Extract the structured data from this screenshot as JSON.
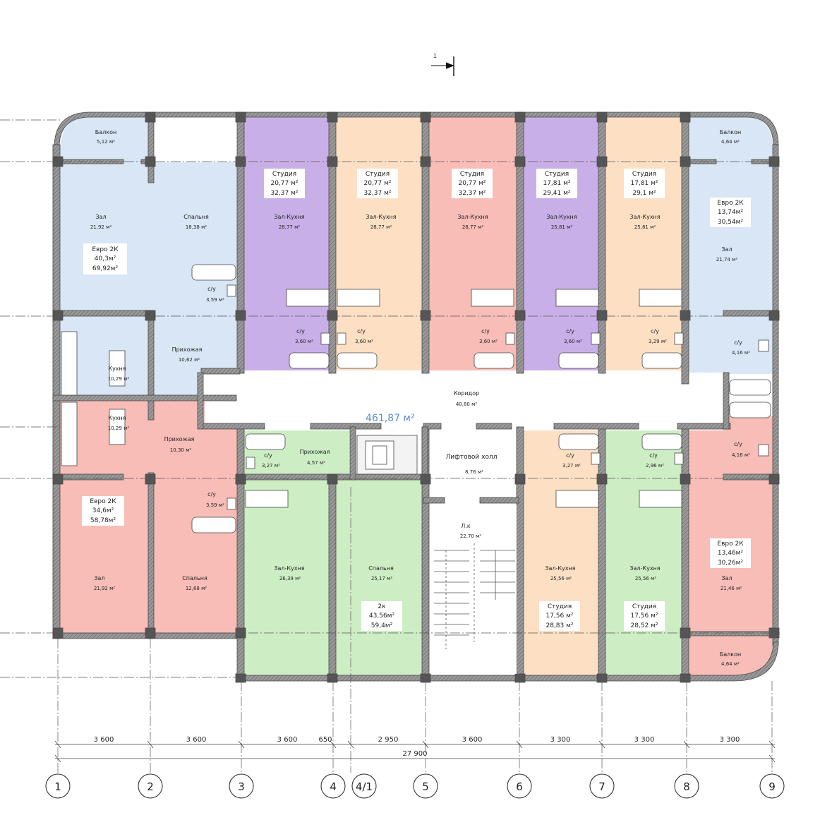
{
  "section_marker": "1",
  "total_area": "461,87 м²",
  "colors": {
    "blue": "#d8e6f5",
    "purple": "#c9afe8",
    "peach": "#fde0c4",
    "pink": "#f8bdb6",
    "green": "#cdeec4",
    "wall": "#8a8a8a",
    "axis": "#555555"
  },
  "axes": [
    "1",
    "2",
    "3",
    "4",
    "4/1",
    "5",
    "6",
    "7",
    "8",
    "9"
  ],
  "dimensions": [
    "3 600",
    "3 600",
    "3 600",
    "650",
    "2 950",
    "3 600",
    "3 300",
    "3 300",
    "3 300"
  ],
  "overall_dimension": "27 900",
  "apartment_tags": [
    {
      "type": "Евро 2К",
      "a1": "40,3м²",
      "a2": "69,92м²"
    },
    {
      "type": "Студия",
      "a1": "20,77 м²",
      "a2": "32,37 м²"
    },
    {
      "type": "Студия",
      "a1": "20,77 м²",
      "a2": "32,37 м²"
    },
    {
      "type": "Студия",
      "a1": "20,77 м²",
      "a2": "32,37 м²"
    },
    {
      "type": "Студия",
      "a1": "17,81 м²",
      "a2": "29,41 м²"
    },
    {
      "type": "Студия",
      "a1": "17,81 м²",
      "a2": "29,1 м²"
    },
    {
      "type": "Евро 2К",
      "a1": "13,74м²",
      "a2": "30,54м²"
    },
    {
      "type": "Евро 2К",
      "a1": "34,6м²",
      "a2": "58,78м²"
    },
    {
      "type": "2к",
      "a1": "43,56м²",
      "a2": "59,4м²"
    },
    {
      "type": "Студия",
      "a1": "17,56 м²",
      "a2": "28,83 м²"
    },
    {
      "type": "Студия",
      "a1": "17,56 м²",
      "a2": "28,52 м²"
    },
    {
      "type": "Евро 2К",
      "a1": "13,46м²",
      "a2": "30,26м²"
    }
  ],
  "rooms": [
    {
      "name": "Балкон",
      "area": "5,12 м²"
    },
    {
      "name": "Балкон",
      "area": "4,64 м²"
    },
    {
      "name": "Зал",
      "area": "21,92 м²"
    },
    {
      "name": "Спальня",
      "area": "18,38 м²"
    },
    {
      "name": "Зал-Кухня",
      "area": "28,77 м²"
    },
    {
      "name": "Зал-Кухня",
      "area": "28,77 м²"
    },
    {
      "name": "Зал-Кухня",
      "area": "28,77 м²"
    },
    {
      "name": "Зал-Кухня",
      "area": "25,81 м²"
    },
    {
      "name": "Зал-Кухня",
      "area": "25,81 м²"
    },
    {
      "name": "Зал",
      "area": "21,74 м²"
    },
    {
      "name": "с/у",
      "area": "3,59 м²"
    },
    {
      "name": "с/у",
      "area": "3,60 м²"
    },
    {
      "name": "с/у",
      "area": "3,60 м²"
    },
    {
      "name": "с/у",
      "area": "3,60 м²"
    },
    {
      "name": "с/у",
      "area": "3,60 м²"
    },
    {
      "name": "с/у",
      "area": "3,29 м²"
    },
    {
      "name": "с/у",
      "area": "4,16 м²"
    },
    {
      "name": "Прихожая",
      "area": "10,62 м²"
    },
    {
      "name": "Кухня",
      "area": "10,29 м²"
    },
    {
      "name": "Коридор",
      "area": "40,60 м²"
    },
    {
      "name": "Кухня",
      "area": "10,29 м²"
    },
    {
      "name": "Прихожая",
      "area": "10,30 м²"
    },
    {
      "name": "с/у",
      "area": "3,27 м²"
    },
    {
      "name": "Прихожая",
      "area": "4,57 м²"
    },
    {
      "name": "Лифтовой холл",
      "area": "8,76 м²"
    },
    {
      "name": "с/у",
      "area": "3,27 м²"
    },
    {
      "name": "с/у",
      "area": "2,96 м²"
    },
    {
      "name": "с/у",
      "area": "4,16 м²"
    },
    {
      "name": "с/у",
      "area": "3,59 м²"
    },
    {
      "name": "Л.к",
      "area": "22,70 м²"
    },
    {
      "name": "Зал",
      "area": "21,92 м²"
    },
    {
      "name": "Спальня",
      "area": "12,68 м²"
    },
    {
      "name": "Зал-Кухня",
      "area": "26,39 м²"
    },
    {
      "name": "Спальня",
      "area": "25,17 м²"
    },
    {
      "name": "Зал-Кухня",
      "area": "25,56 м²"
    },
    {
      "name": "Зал-Кухня",
      "area": "25,56 м²"
    },
    {
      "name": "Зал",
      "area": "21,46 м²"
    },
    {
      "name": "Балкон",
      "area": "4,64 м²"
    }
  ]
}
